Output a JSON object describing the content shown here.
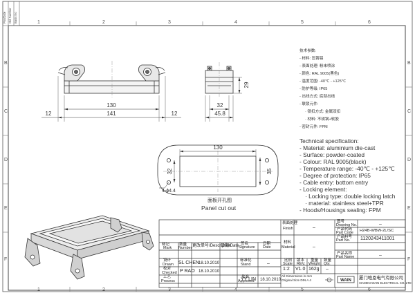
{
  "sheet": {
    "zones_top": [
      "1",
      "2",
      "3",
      "4",
      "5",
      "6"
    ],
    "zones_bottom": [
      "1",
      "2",
      "3",
      "4",
      "5",
      "6"
    ],
    "zones_left": [
      "B",
      "C",
      "D",
      "E",
      "F"
    ],
    "zones_right": [
      "B",
      "C",
      "D",
      "E",
      "F"
    ],
    "side_stamp": [
      "Old Number",
      "Basis No"
    ],
    "side_stamp_corner": "Pos/Date"
  },
  "views": {
    "front": {
      "dim_overall": "141",
      "dim_inner": "130",
      "dim_edge_left": "12",
      "dim_edge_right": "12"
    },
    "side": {
      "dim_height": "29",
      "dim_inner": "32",
      "dim_overall": "45.8"
    },
    "panel_cutout": {
      "dim_width": "130",
      "dim_height_left": "32",
      "dim_height_right": "35",
      "dim_hole": "4-ϕ4.4",
      "caption_cn": "面板开孔图",
      "caption_en": "Panel cut out"
    }
  },
  "spec_cn": {
    "title": "技术参数:",
    "lines": [
      "- 材料: 压铸铝",
      "- 表面处理: 粉末喷涂",
      "- 颜色: RAL 9005(黑色)",
      "- 温度范围: -40℃ - +125℃",
      "- 防护等级: IP65",
      "- 出线方式: 底部出线",
      "- 联锁元件:",
      "  · 锁扣方式: 金属双扣",
      "  · 材料: 不锈钢+软胶",
      "- 密封元件: FPM"
    ]
  },
  "spec_en": {
    "title": "Technical specification:",
    "lines": [
      "- Material: aluminium die-cast",
      "- Surface: powder-coated",
      "- Colour: RAL 9005(black)",
      "- Temperature range: -40℃ - +125℃",
      "- Degree of protection: IP65",
      "- Cable entry: bottom entry",
      "- Locking element:",
      "  · Locking type: double locking latch",
      "  · material: stainless steel+TPR",
      "- Hoods/Housings sealing: FPM"
    ]
  },
  "title_block": {
    "finish_label_cn": "表面处理",
    "finish_label_en": "Finish",
    "finish_value": "–",
    "material_label_cn": "材料",
    "material_label_en": "Material",
    "material_value": "–",
    "drawing_no_label_cn": "图号",
    "drawing_no_label_en": "Drawing No.",
    "drawing_no_value": "–",
    "part_code_label_cn": "产品代码",
    "part_code_label_en": "Part Code",
    "part_code_value": "H24B-WBW-2L/SC",
    "part_no_label_cn": "产品料号",
    "part_no_label_en": "Part No.",
    "part_no_value": "1120243411001",
    "part_name_label_cn": "产品名称",
    "part_name_label_en": "Part Name",
    "part_name_value": "–",
    "rev_headers": {
      "mark_cn": "标记",
      "mark_en": "Mark",
      "qty_cn": "数量",
      "qty_en": "Number",
      "change_cn": "更改单号",
      "change_en": "Description",
      "date_cn": "日期",
      "date_en": "Date",
      "sign_cn": "签名",
      "sign_en": "Signature",
      "date2_cn": "日期",
      "date2_en": "Date"
    },
    "approvals": [
      {
        "role_cn": "设计",
        "role_en": "Drawn",
        "name": "SL CHEN",
        "date": "18.10.2010"
      },
      {
        "role_cn": "校对",
        "role_en": "Checked",
        "name": "P RAO",
        "date": "18.10.2010"
      },
      {
        "role_cn": "工艺",
        "role_en": "Process",
        "name": "",
        "date": ""
      }
    ],
    "std_label_cn": "标准化",
    "std_label_en": "Stand",
    "std_value": "–",
    "approve_label_cn": "批准",
    "approve_label_en": "Approved",
    "approve_name": "YY LIN",
    "approve_date": "18.10.2010",
    "scale_label_cn": "比例",
    "scale_label_en": "Scale",
    "scale_value": "1:2",
    "rev_label_cn": "版本",
    "rev_label_en": "REV.",
    "rev_value": "V1.0",
    "weight_label_cn": "重量",
    "weight_label_en": "Weight",
    "weight_value": "162g",
    "qty_label_cn": "数量",
    "qty_label_en": "Qty.",
    "qty_value": "–",
    "dims_note_cn": "All Dimensions in mm",
    "dims_note_en": "Original Size DIN A 4",
    "company_cn": "厦门唯恩电气有限公司",
    "company_en": "XIAMEN WAIN ELECTRICAL CO.,LTD",
    "logo_text": "WAIN"
  }
}
